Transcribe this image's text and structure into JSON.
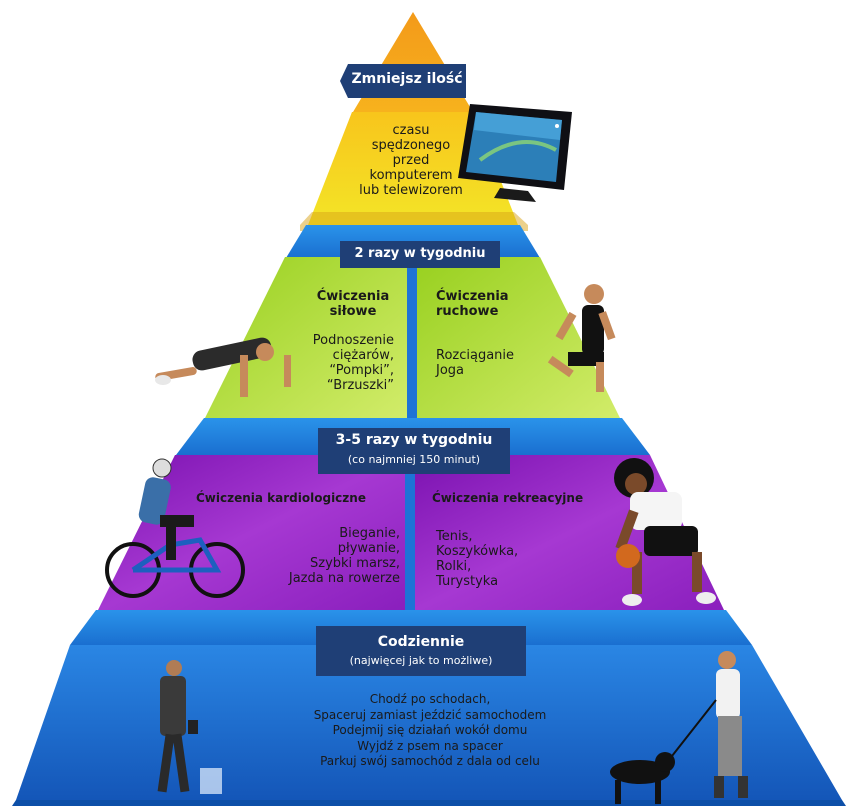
{
  "tiers": {
    "top": {
      "banner": "Zmniejsz ilość",
      "text": [
        "czasu",
        "spędzonego",
        "przed",
        "komputerem",
        "lub telewizorem"
      ]
    },
    "second": {
      "banner": "2 razy w tygodniu",
      "left": {
        "title": [
          "Ćwiczenia",
          "siłowe"
        ],
        "items": [
          "Podnoszenie",
          "ciężarów,",
          "“Pompki”,",
          "“Brzuszki”"
        ]
      },
      "right": {
        "title": [
          "Ćwiczenia",
          "ruchowe"
        ],
        "items": [
          "Rozciąganie",
          "Joga"
        ]
      }
    },
    "third": {
      "banner": "3-5 razy w tygodniu",
      "banner_sub": "(co najmniej 150 minut)",
      "left": {
        "title": "Ćwiczenia kardiologiczne",
        "items": [
          "Bieganie,",
          "pływanie,",
          "Szybki marsz,",
          "Jazda na rowerze"
        ]
      },
      "right": {
        "title": "Ćwiczenia rekreacyjne",
        "items": [
          "Tenis,",
          "Koszykówka,",
          "Rolki,",
          "Turystyka"
        ]
      }
    },
    "base": {
      "banner": "Codziennie",
      "banner_sub": "(najwięcej jak to możliwe)",
      "items": [
        "Chodź po schodach,",
        "Spaceruj zamiast jeździć samochodem",
        "Podejmij się działań wokół domu",
        "Wyjdź z psem na spacer",
        "Parkuj swój samochód z dala od celu"
      ]
    }
  },
  "colors": {
    "top": "#f7a21b",
    "yellow": "#f6d51f",
    "green": "#b7de3c",
    "purple": "#9b2dc4",
    "blue": "#1e73d6",
    "blue_light": "#3aa0f0",
    "banner": "#1f3f76"
  }
}
